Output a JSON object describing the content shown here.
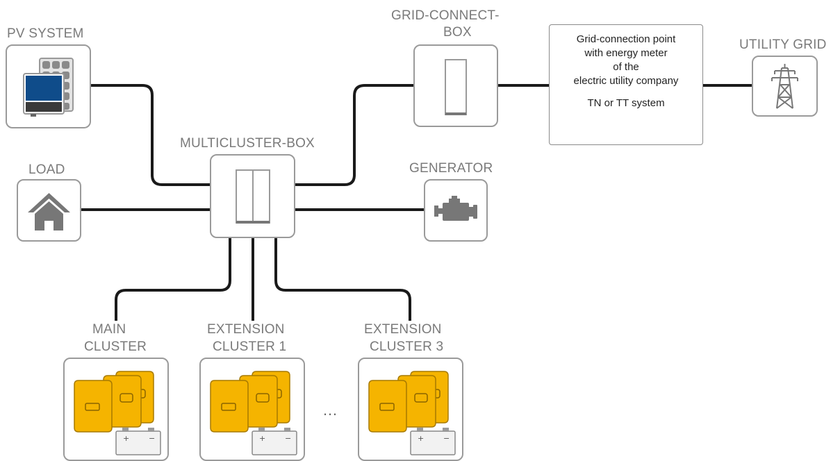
{
  "labels": {
    "pv_system": "PV SYSTEM",
    "grid_connect_box_1": "GRID-CONNECT-",
    "grid_connect_box_2": "BOX",
    "utility_grid": "UTILITY GRID",
    "multicluster_box": "MULTICLUSTER-BOX",
    "load": "LOAD",
    "generator": "GENERATOR",
    "main_cluster_1": "MAIN",
    "main_cluster_2": "CLUSTER",
    "ext_cluster1_1": "EXTENSION",
    "ext_cluster1_2": "CLUSTER 1",
    "ext_cluster3_1": "EXTENSION",
    "ext_cluster3_2": "CLUSTER 3",
    "ellipsis": "…"
  },
  "grid_point": {
    "line1": "Grid-connection point",
    "line2": "with energy meter",
    "line3": "of the",
    "line4": "electric utility company",
    "system": "TN or TT system"
  },
  "battery": {
    "plus": "+",
    "minus": "−"
  },
  "colors": {
    "wire": "#1a1a1a",
    "box_border": "#9a9a9a",
    "label_gray": "#7a7a7a",
    "inverter_yellow": "#f5b400",
    "pv_blue": "#0f4c8a",
    "icon_gray": "#777777"
  }
}
